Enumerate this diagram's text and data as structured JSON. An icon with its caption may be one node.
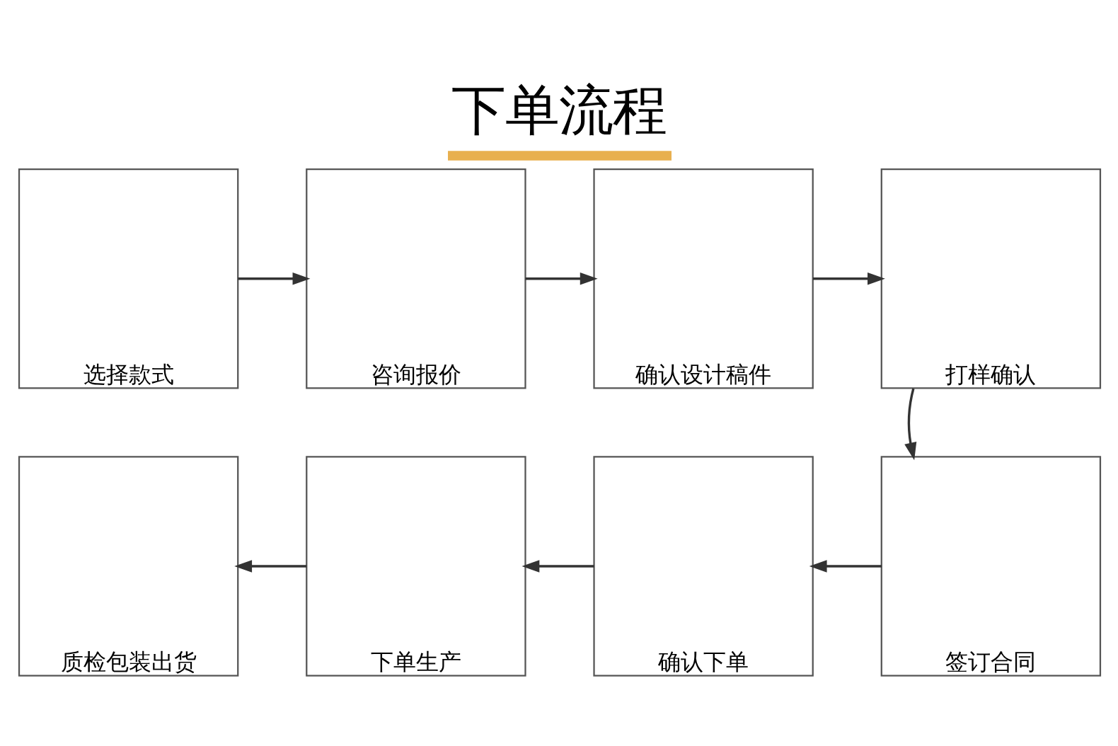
{
  "diagram": {
    "title": "下单流程",
    "nodes": [
      {
        "text": [
          "选择款式"
        ]
      },
      {
        "text": [
          "咨询报价"
        ]
      },
      {
        "text": [
          "确认设计稿件"
        ]
      },
      {
        "text": [
          "打样确认"
        ]
      },
      {
        "text": [
          "签订合同"
        ]
      },
      {
        "text": [
          "确认下单"
        ]
      },
      {
        "text": [
          "下单生产"
        ]
      },
      {
        "text": [
          "质检包装出货"
        ]
      }
    ],
    "edges": [
      {
        "from": 0,
        "to": 1,
        "arrow": "to"
      },
      {
        "from": 1,
        "to": 2,
        "arrow": "to"
      },
      {
        "from": 2,
        "to": 3,
        "arrow": "to"
      },
      {
        "from": 3,
        "to": 4,
        "arrow": "to"
      },
      {
        "from": 4,
        "to": 5,
        "arrow": "to"
      },
      {
        "from": 5,
        "to": 6,
        "arrow": "to"
      },
      {
        "from": 6,
        "to": 7,
        "arrow": "to"
      }
    ]
  }
}
